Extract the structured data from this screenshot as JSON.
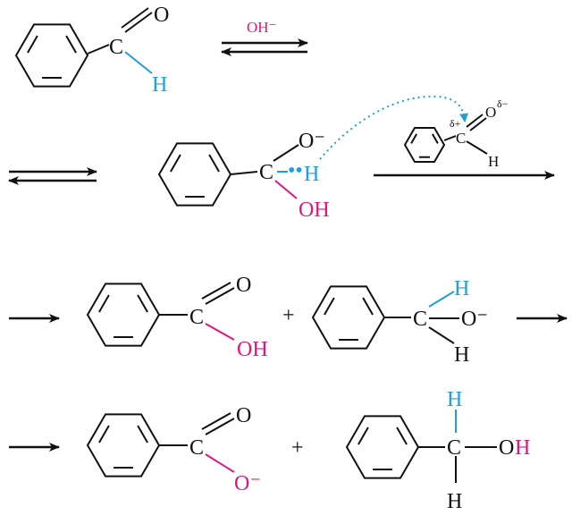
{
  "colors": {
    "magenta": "#e0157f",
    "blue": "#1e9fd8",
    "black": "#111111"
  },
  "step1": {
    "C": "C",
    "O": "O",
    "H": "H",
    "catalyst": "OH⁻"
  },
  "step2": {
    "C": "C",
    "O_minus": "O⁻",
    "H": "H",
    "OH": "OH",
    "dots": "••",
    "aldehyde": {
      "C": "C",
      "delta_plus": "δ+",
      "O": "O",
      "delta_minus": "δ−",
      "H": "H"
    }
  },
  "step3": {
    "acid": {
      "C": "C",
      "O": "O",
      "OH": "OH"
    },
    "plus": "+",
    "alkoxide": {
      "C": "C",
      "H_top": "H",
      "O_minus": "O⁻",
      "H_bottom": "H"
    }
  },
  "step4": {
    "carboxylate": {
      "C": "C",
      "O": "O",
      "O_minus": "O⁻"
    },
    "plus": "+",
    "alcohol": {
      "C": "C",
      "H_top": "H",
      "O": "O",
      "H_oh": "H",
      "H_bottom": "H"
    }
  }
}
